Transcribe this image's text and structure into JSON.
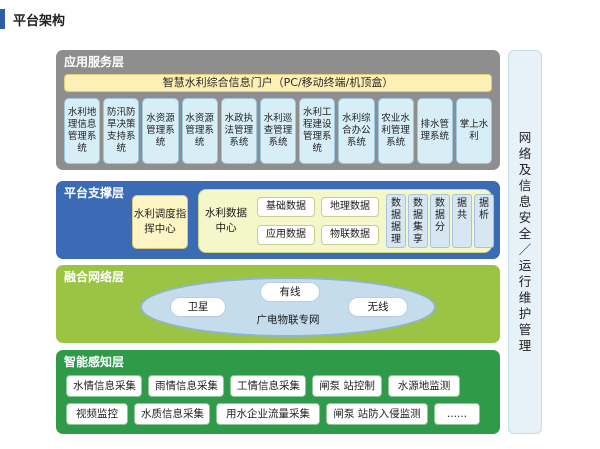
{
  "heading": "平台架构",
  "layers": {
    "app": {
      "title": "应用服务层",
      "portal": "智慧水利综合信息门户（PC/移动终端/机顶盒）",
      "systems": [
        "水利地理信息管理系统",
        "防汛防旱决策支持系统",
        "水资源管理系统",
        "水资源管理系统",
        "水政执法管理系统",
        "水利巡查管理系统",
        "水利工程建设管理系统",
        "水利综合办公系统",
        "农业水利管理系统",
        "排水管理系统",
        "掌上水利"
      ]
    },
    "platform": {
      "title": "平台支撑层",
      "dispatch": "水利调度指挥中心",
      "data_title": "水利数据中心",
      "data_chips": [
        "基础数据",
        "地理数据",
        "应用数据",
        "物联数据"
      ],
      "services": [
        "数据据理",
        "数据集享",
        "数据分",
        "据共",
        "据析"
      ]
    },
    "network": {
      "title": "融合网络层",
      "top": "有线",
      "left": "卫星",
      "right": "无线",
      "center": "广电物联专网"
    },
    "sensing": {
      "title": "智能感知层",
      "row1": [
        "水情信息采集",
        "雨情信息采集",
        "工情信息采集",
        "闸泵 站控制",
        "水源地监测"
      ],
      "row2": [
        "视频监控",
        "水质信息采集",
        "用水企业流量采集",
        "闸泵 站防入侵监测",
        "......"
      ]
    }
  },
  "security": "网络及信息安全／运行维护管理"
}
